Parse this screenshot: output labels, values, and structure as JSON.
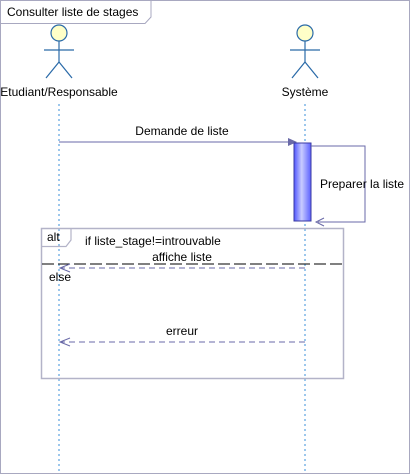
{
  "diagram": {
    "frame_title": "Consulter liste de stages",
    "actors": [
      {
        "name": "Etudiant/Responsable"
      },
      {
        "name": "Système"
      }
    ],
    "messages": {
      "request": "Demande de liste",
      "self_call": "Preparer la liste",
      "reply_ok": "affiche liste",
      "reply_error": "erreur"
    },
    "alt_fragment": {
      "operator": "alt",
      "guard": "if liste_stage!=introuvable",
      "else_label": "else"
    }
  },
  "colors": {
    "frame_border": "#b3b3c8",
    "lifeline": "#3a8fd8",
    "message_line": "#6a6aa8",
    "activation_fill": "#6f72ff",
    "actor_head": "#ffffc8",
    "actor_stroke": "#2a6aa8"
  }
}
